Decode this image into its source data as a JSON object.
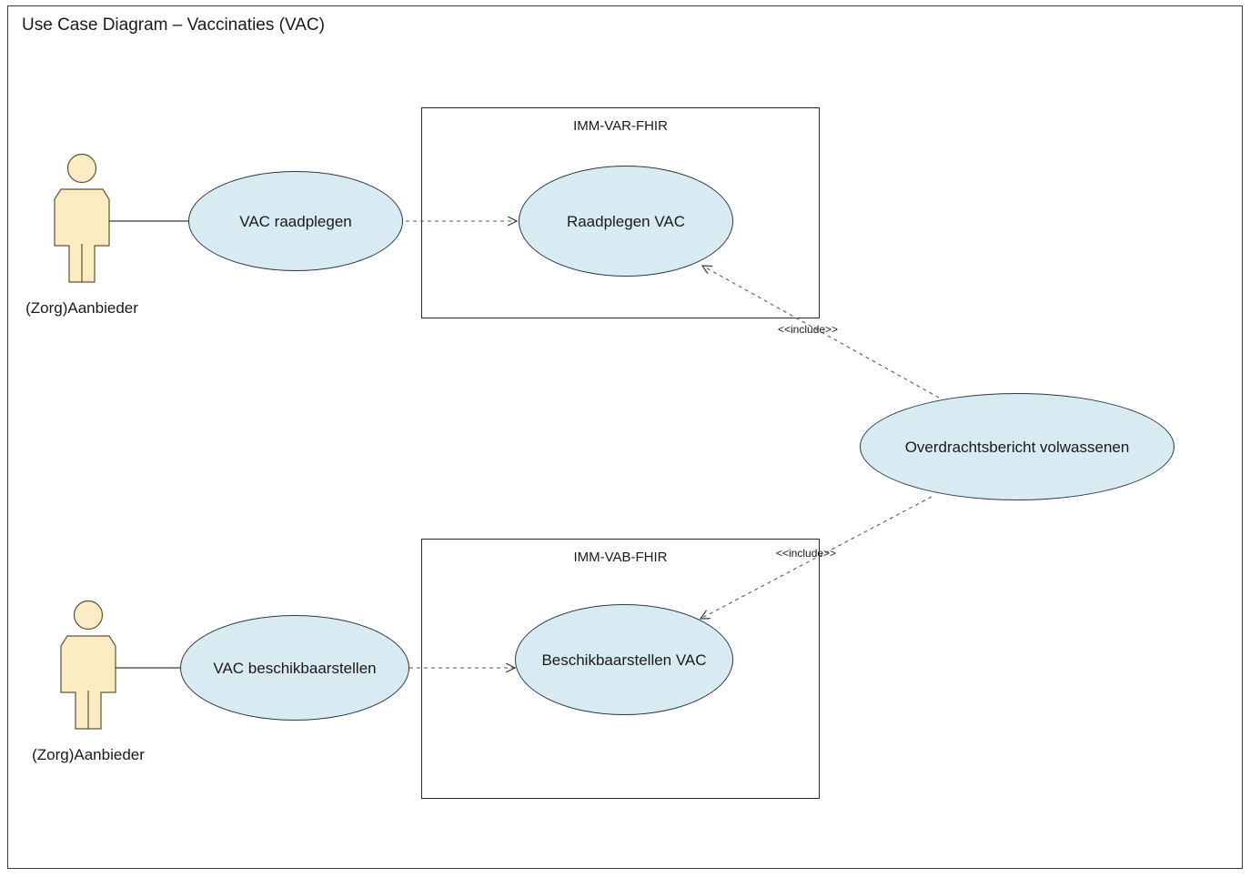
{
  "diagram": {
    "title": "Use Case Diagram – Vaccinaties (VAC)",
    "type": "uml-use-case-diagram",
    "colors": {
      "usecase_fill": "#d8eaf2",
      "usecase_stroke": "#2f3a42",
      "actor_fill": "#fcecc4",
      "actor_stroke": "#6b6140",
      "box_stroke": "#2b2b2b",
      "frame_stroke": "#3a3a3a",
      "connector_stroke": "#444444",
      "text": "#1a1a1a"
    }
  },
  "actors": [
    {
      "id": "actor-top",
      "label": "(Zorg)Aanbieder"
    },
    {
      "id": "actor-bottom",
      "label": "(Zorg)Aanbieder"
    }
  ],
  "systems": [
    {
      "id": "system-var",
      "label": "IMM-VAR-FHIR"
    },
    {
      "id": "system-vab",
      "label": "IMM-VAB-FHIR"
    }
  ],
  "use_cases": [
    {
      "id": "uc-vac-raadplegen",
      "label": "VAC raadplegen"
    },
    {
      "id": "uc-raadplegen-vac",
      "label": "Raadplegen VAC"
    },
    {
      "id": "uc-vac-beschikbaarstellen",
      "label": "VAC beschikbaarstellen"
    },
    {
      "id": "uc-beschikbaarstellen-vac",
      "label": "Beschikbaarstellen VAC"
    },
    {
      "id": "uc-overdrachtsbericht",
      "label": "Overdrachtsbericht volwassenen"
    }
  ],
  "relations": [
    {
      "id": "rel-actor-top",
      "from": "actor-top",
      "to": "uc-vac-raadplegen",
      "type": "association",
      "label": ""
    },
    {
      "id": "rel-top-dependency",
      "from": "uc-vac-raadplegen",
      "to": "uc-raadplegen-vac",
      "type": "dependency",
      "label": ""
    },
    {
      "id": "rel-include-top",
      "from": "uc-overdrachtsbericht",
      "to": "uc-raadplegen-vac",
      "type": "include",
      "label": "<<include>>"
    },
    {
      "id": "rel-actor-bottom",
      "from": "actor-bottom",
      "to": "uc-vac-beschikbaarstellen",
      "type": "association",
      "label": ""
    },
    {
      "id": "rel-bottom-dependency",
      "from": "uc-vac-beschikbaarstellen",
      "to": "uc-beschikbaarstellen-vac",
      "type": "dependency",
      "label": ""
    },
    {
      "id": "rel-include-bottom",
      "from": "uc-overdrachtsbericht",
      "to": "uc-beschikbaarstellen-vac",
      "type": "include",
      "label": "<<include>>"
    }
  ],
  "include_labels": {
    "top": "<<include>>",
    "bottom": "<<include>>"
  }
}
